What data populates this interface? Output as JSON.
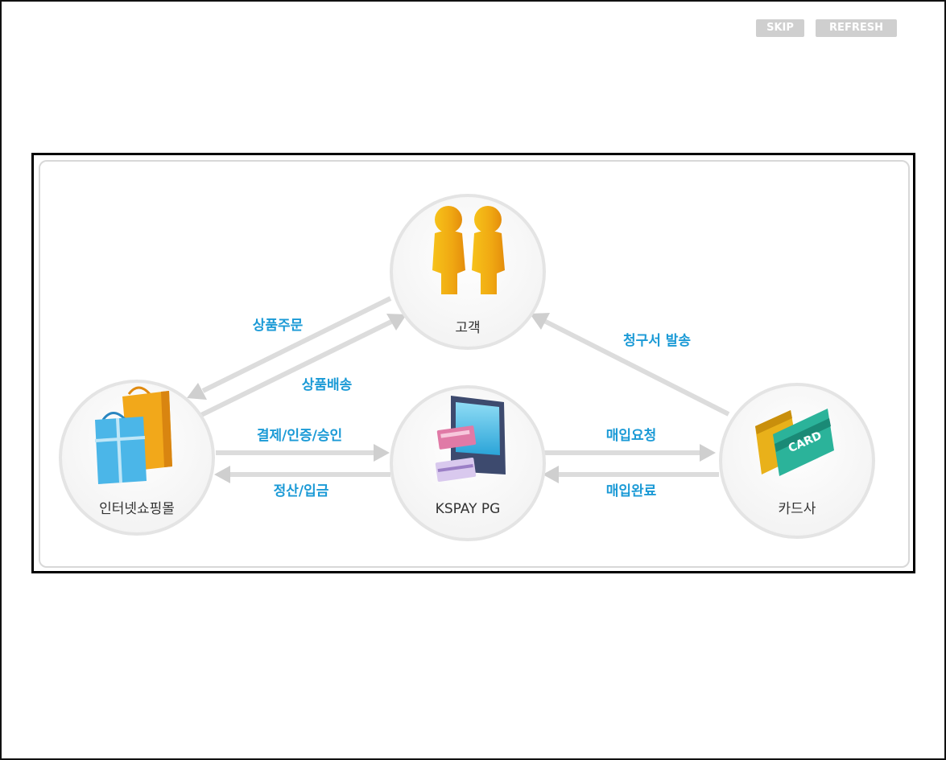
{
  "buttons": {
    "skip": "SKIP",
    "refresh": "REFRESH"
  },
  "nodes": {
    "customer": "고객",
    "mall": "인터넷쇼핑몰",
    "pg": "KSPAY PG",
    "card_company": "카드사",
    "card_text": "CARD"
  },
  "flows": {
    "order": "상품주문",
    "delivery": "상품배송",
    "payment": "결제/인증/승인",
    "settlement": "정산/입금",
    "purchase_request": "매입요청",
    "purchase_complete": "매입완료",
    "bill": "청구서 발송"
  },
  "colors": {
    "label": "#1b9ad6",
    "arrow": "#dcdcdc",
    "node_border": "#e4e4e4",
    "button": "#cfcfcf"
  },
  "icons": {
    "customer": "two-people-icon",
    "mall": "shopping-bags-icon",
    "pg": "payment-terminal-icon",
    "card_company": "credit-cards-icon"
  }
}
